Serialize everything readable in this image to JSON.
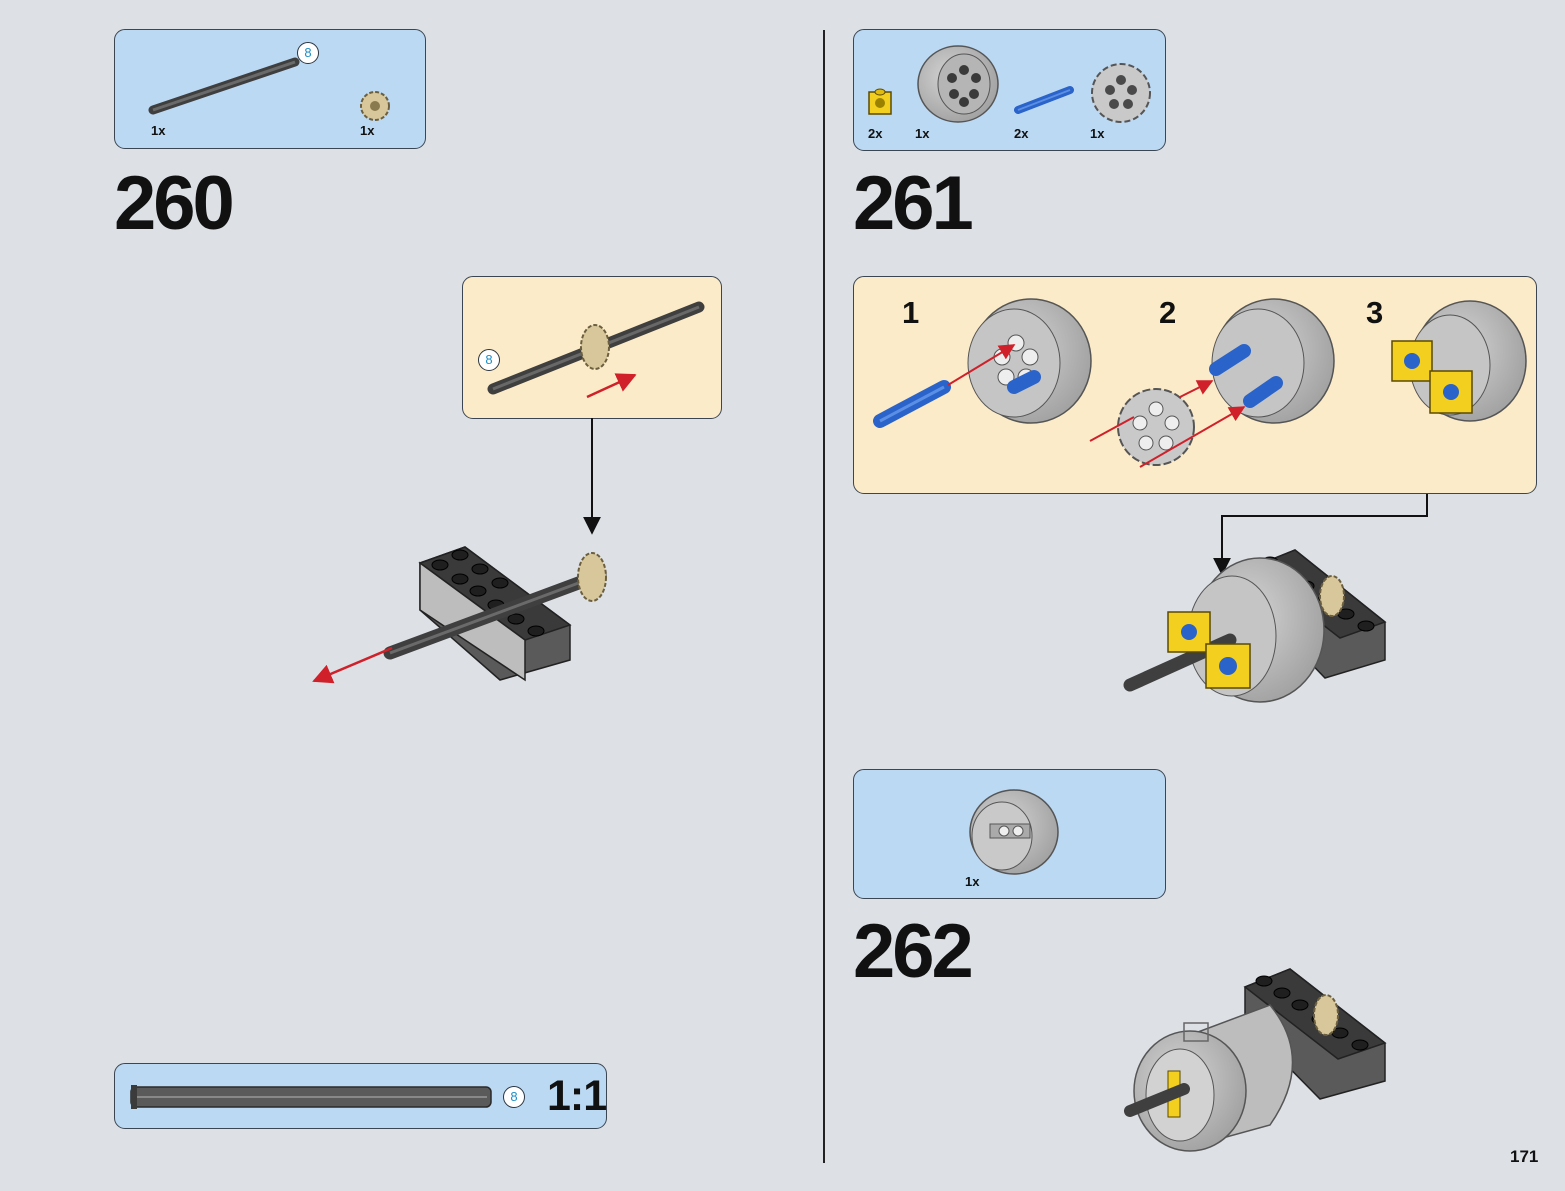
{
  "page": {
    "number": "171"
  },
  "steps": [
    {
      "number": "260",
      "parts": [
        {
          "name": "axle-8",
          "qty": "1x",
          "length_badge": "8"
        },
        {
          "name": "tan-gear",
          "qty": "1x"
        }
      ],
      "sub_badge": "8"
    },
    {
      "number": "261",
      "parts": [
        {
          "name": "yellow-brick-with-hole",
          "qty": "2x"
        },
        {
          "name": "light-gray-wheel-hub",
          "qty": "1x"
        },
        {
          "name": "blue-axle-pin",
          "qty": "2x"
        },
        {
          "name": "light-gray-wedge-belt-wheel",
          "qty": "1x"
        }
      ],
      "sub_steps": [
        "1",
        "2",
        "3"
      ]
    },
    {
      "number": "262",
      "parts": [
        {
          "name": "light-gray-tire-hub",
          "qty": "1x"
        }
      ]
    }
  ],
  "scale_reference": {
    "length_badge": "8",
    "label": "1:1"
  },
  "colors": {
    "parts_box": "#bcd9f3",
    "sub_box": "#fcebc8",
    "background": "#dde1e6",
    "arrow_red": "#d0202a",
    "badge_text": "#1e8fc8"
  }
}
